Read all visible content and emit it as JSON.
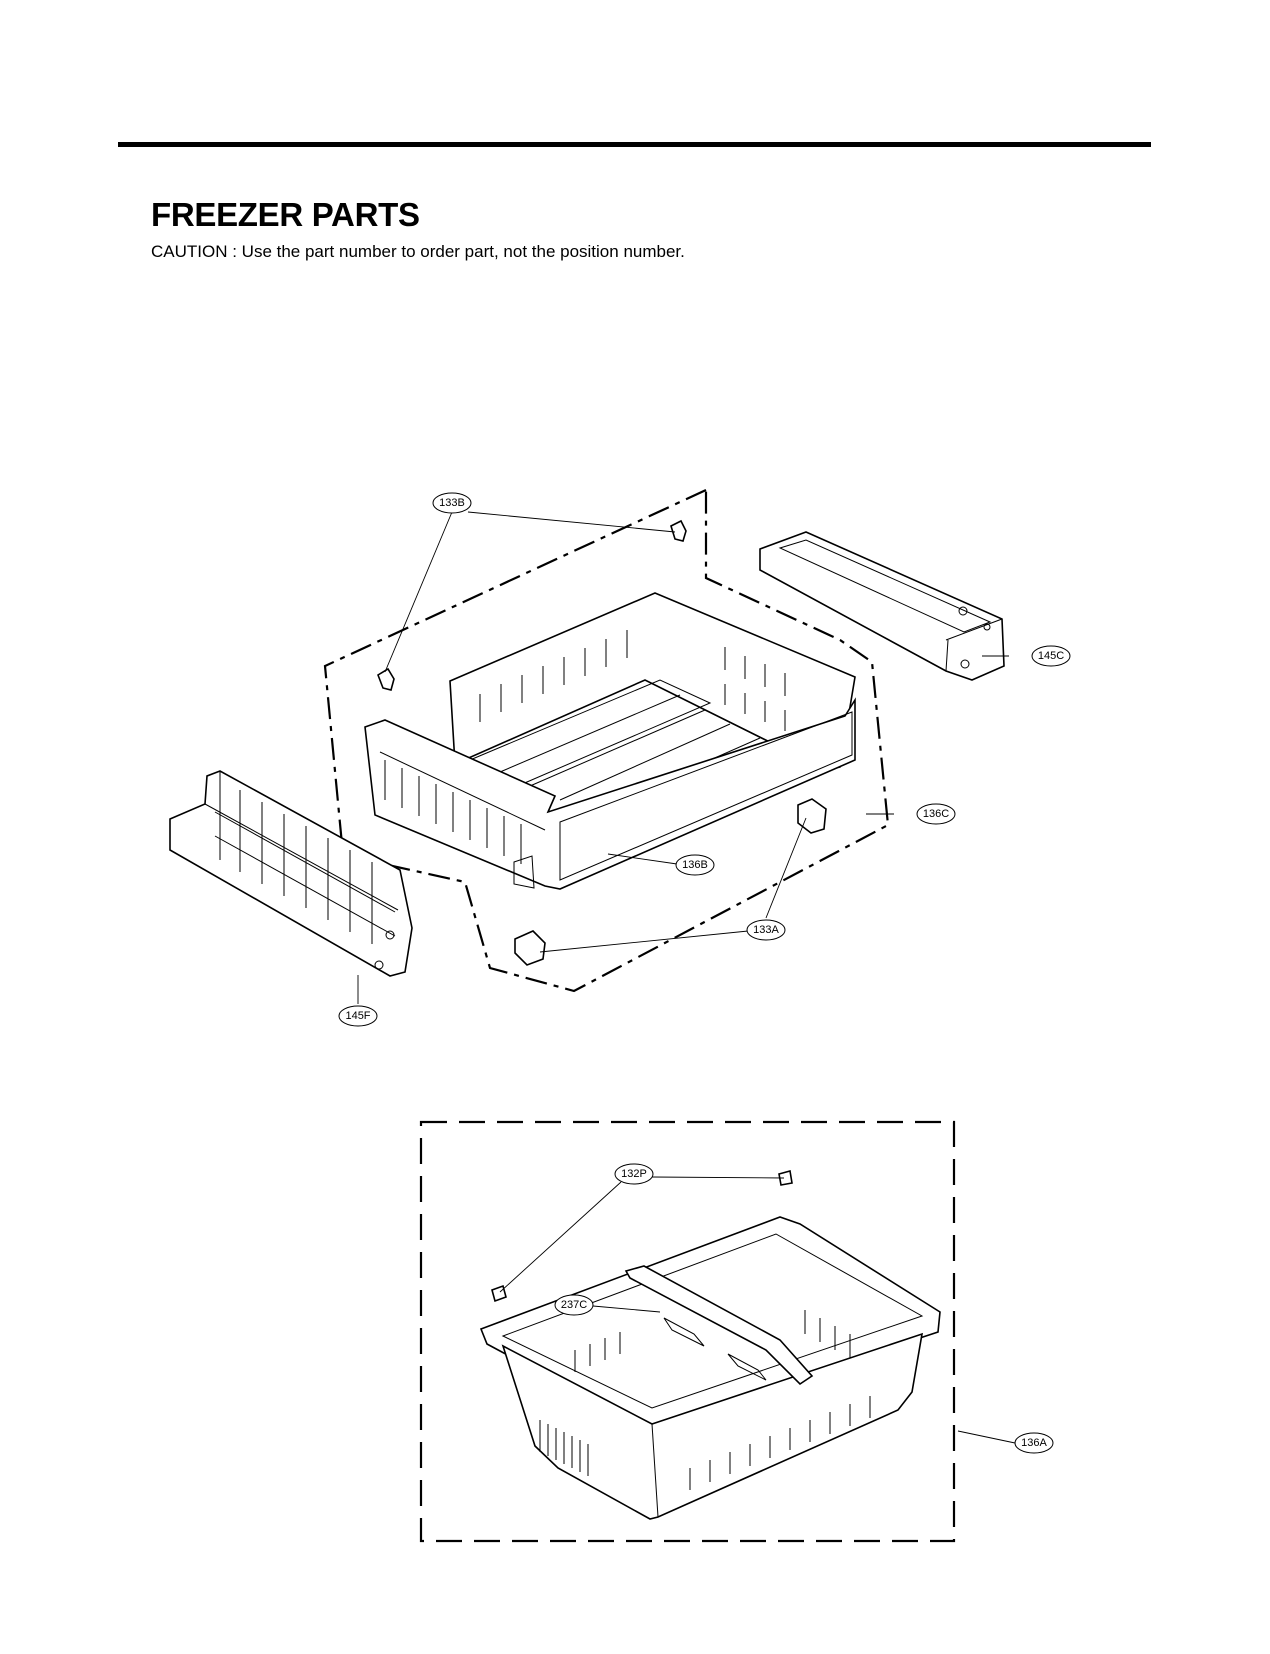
{
  "page": {
    "title": "FREEZER PARTS",
    "caution": "CAUTION : Use the part number to order part, not the position number."
  },
  "upper_assembly": {
    "labels": {
      "l133b": "133B",
      "l145c": "145C",
      "l136c": "136C",
      "l136b": "136B",
      "l133a": "133A",
      "l145f": "145F"
    }
  },
  "lower_assembly": {
    "labels": {
      "l132p": "132P",
      "l237c": "237C",
      "l136a": "136A"
    }
  }
}
